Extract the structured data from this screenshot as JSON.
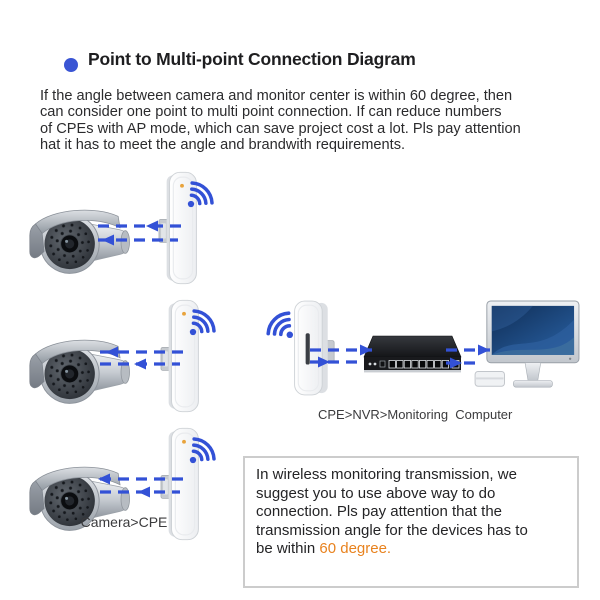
{
  "title": {
    "text": "Point to Multi-point Connection Diagram",
    "bullet_icon": "blue-dot"
  },
  "intro": {
    "lines": [
      "If the angle between camera and monitor center is within 60 degree, then",
      "can consider one point to multi point connection. If can reduce numbers",
      "of CPEs with AP mode, which can save project cost a lot. Pls pay attention",
      "hat it has to meet the angle and brandwith requirements."
    ]
  },
  "diagram": {
    "camera_groups": [
      {
        "from": "camera",
        "to": "cpe",
        "link": "wireless-dashed-arrows"
      },
      {
        "from": "camera",
        "to": "cpe",
        "link": "wireless-dashed-arrows"
      },
      {
        "from": "camera",
        "to": "cpe",
        "link": "wireless-dashed-arrows"
      }
    ],
    "camera_cpe_label": "Camera>CPE",
    "backhaul_label": "CPE>NVR>Monitoring  Computer",
    "icons": {
      "camera": "cctv-bullet-camera",
      "cpe": "white-outdoor-cpe-panel",
      "wifi": "wifi-signal-arcs",
      "nvr": "black-nvr-switch",
      "computer": "lcd-monitor-with-pc"
    }
  },
  "note_box": {
    "lines": [
      "In wireless monitoring transmission, we",
      "suggest you to use above way to do",
      "connection. Pls pay attention that the",
      "transmission angle for the devices has to"
    ],
    "last_line_prefix": "be within ",
    "highlight": "60 degree."
  },
  "colors": {
    "accent_blue": "#3351d6",
    "highlight_orange": "#e8821e",
    "text_dark": "#2b2b2d",
    "note_border": "#cccccc"
  }
}
